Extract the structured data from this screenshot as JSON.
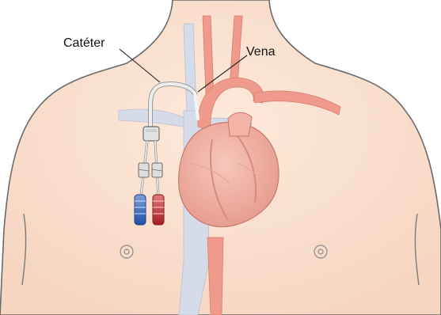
{
  "labels": {
    "catheter": "Catéter",
    "vein": "Vena"
  },
  "colors": {
    "background": "#ffffff",
    "skin": "#fbe3d2",
    "skin_outline": "#6a6a6a",
    "artery": "#ef9a8a",
    "vein": "#d6dbe9",
    "heart": "#f3b3a6",
    "catheter": "#e8e8e8",
    "lumen_blue": "#2e62b8",
    "lumen_red": "#c0282e"
  },
  "icons": {
    "illustration": "chest-catheter-illustration"
  }
}
